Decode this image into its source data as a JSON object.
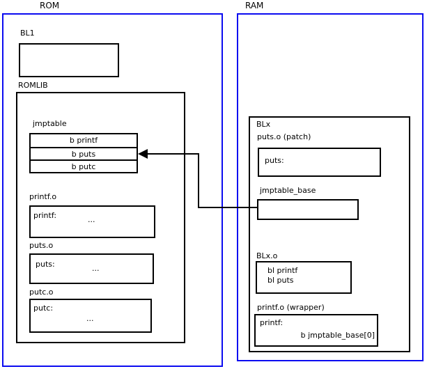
{
  "colors": {
    "frame_blue": "#0b0bf0",
    "line_black": "#000000"
  },
  "rom": {
    "title": "ROM",
    "bl1_label": "BL1",
    "romlib_label": "ROMLIB",
    "jmptable": {
      "label": "jmptable",
      "rows": [
        "b printf",
        "b puts",
        "b putc"
      ]
    },
    "printf_o": {
      "label": "printf.o",
      "symbol": "printf:",
      "body": "..."
    },
    "puts_o": {
      "label": "puts.o",
      "symbol": "puts:",
      "body": "..."
    },
    "putc_o": {
      "label": "putc.o",
      "symbol": "putc:",
      "body": "..."
    }
  },
  "ram": {
    "title": "RAM",
    "blx_label": "BLx",
    "puts_patch": {
      "label": "puts.o (patch)",
      "symbol": "puts:"
    },
    "jmptable_base_label": "jmptable_base",
    "blx_o": {
      "label": "BLx.o",
      "line1": "bl printf",
      "line2": "bl puts"
    },
    "printf_wrapper": {
      "label": "printf.o (wrapper)",
      "symbol": "printf:",
      "code": "b jmptable_base[0]"
    }
  }
}
